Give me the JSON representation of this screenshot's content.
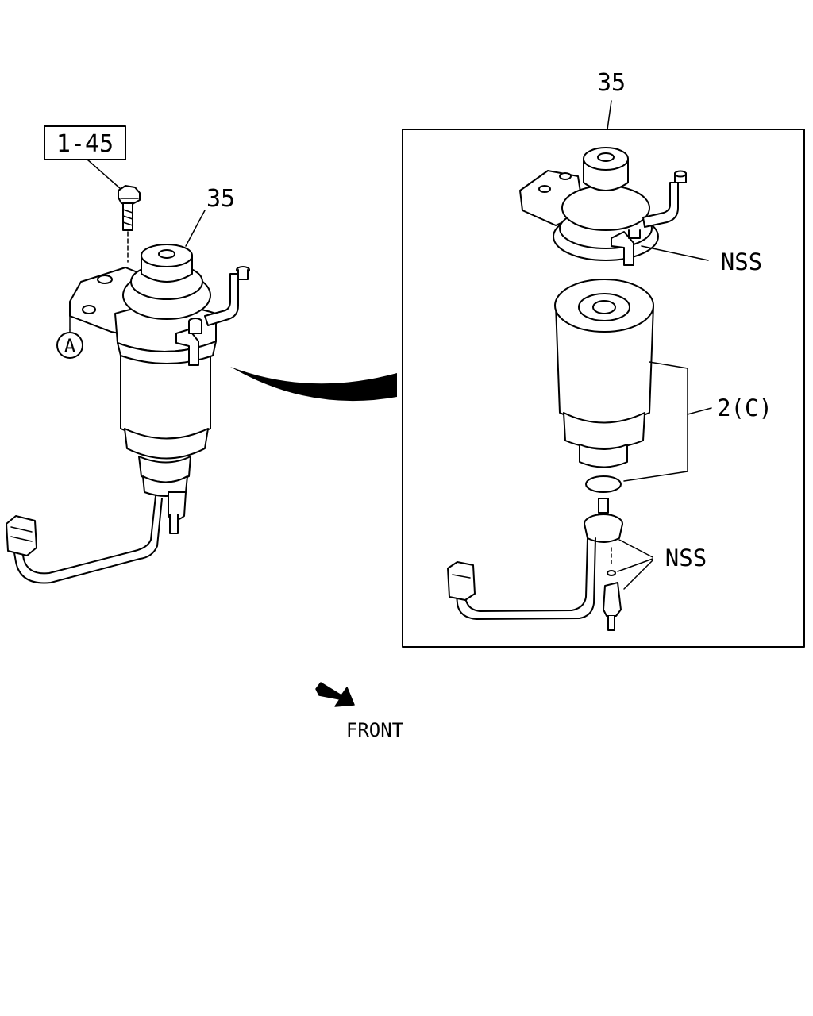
{
  "callouts": {
    "ref_box": "1-45",
    "part_35_left": "35",
    "part_35_right": "35",
    "circle_a": "A",
    "nss_top": "NSS",
    "part_2c": "2(C)",
    "nss_bottom": "NSS",
    "front": "FRONT"
  },
  "colors": {
    "line": "#000000",
    "background": "#ffffff"
  }
}
